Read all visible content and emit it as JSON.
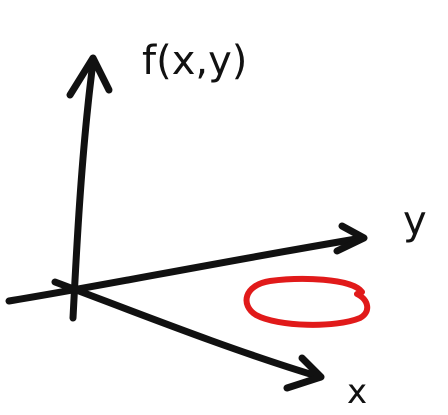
{
  "axes": {
    "vertical_label": "f(x,y)",
    "y_label": "y",
    "x_label": "x"
  },
  "colors": {
    "ink": "#111111",
    "highlight": "#e11a1a",
    "background": "#ffffff"
  }
}
